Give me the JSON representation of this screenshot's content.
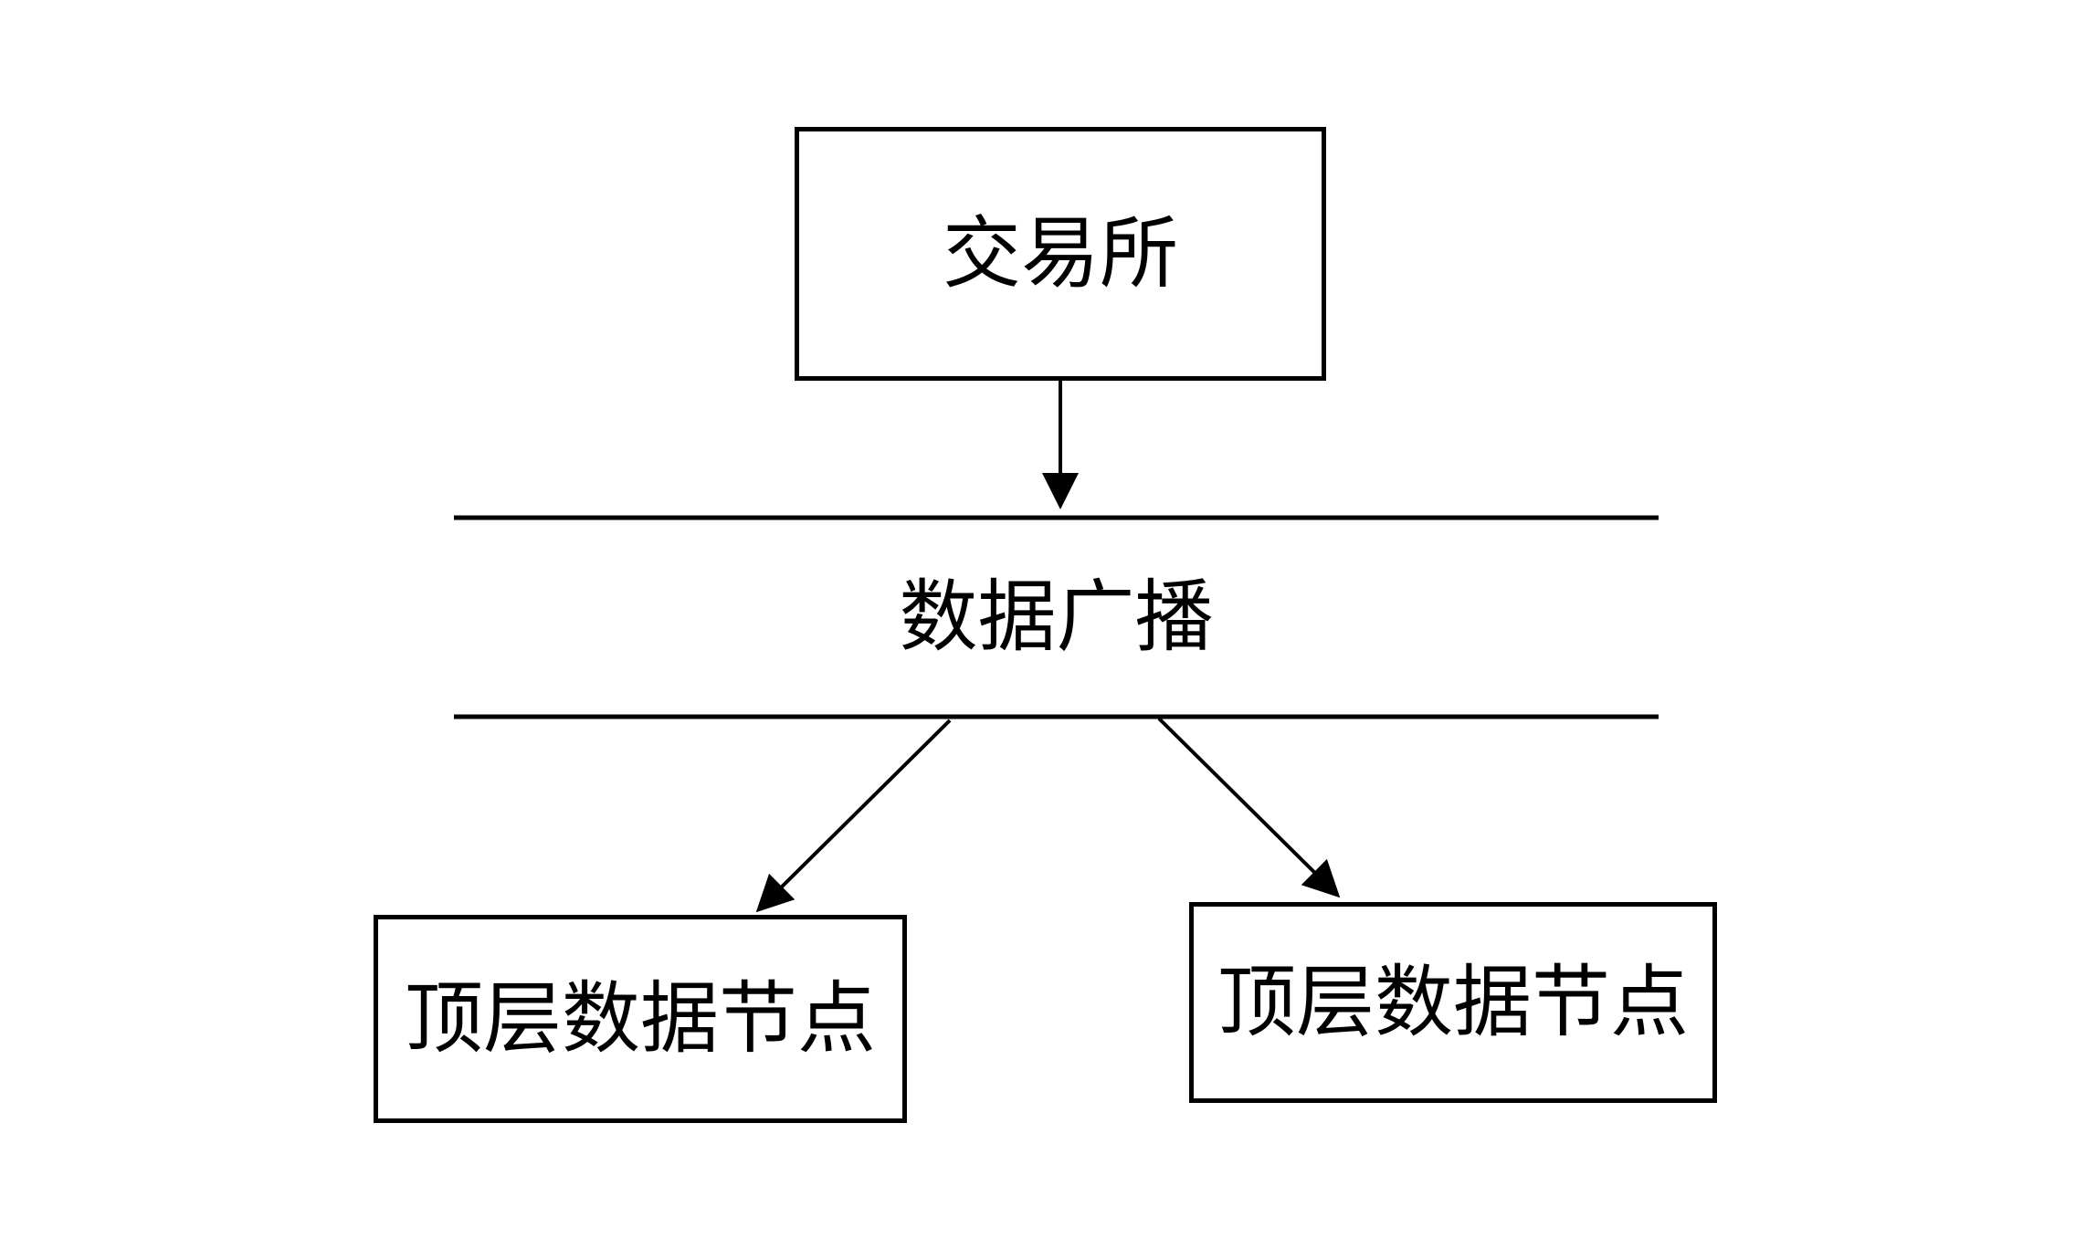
{
  "diagram": {
    "title": "",
    "background_color": "#ffffff",
    "stroke_color": "#000000",
    "nodes": {
      "exchange": {
        "label": "交易所",
        "shape": "rectangle"
      },
      "broadcast": {
        "label": "数据广播",
        "shape": "band-between-rules"
      },
      "top_node_left": {
        "label": "顶层数据节点",
        "shape": "rectangle"
      },
      "top_node_right": {
        "label": "顶层数据节点",
        "shape": "rectangle"
      }
    },
    "edges": [
      {
        "from": "exchange",
        "to": "broadcast",
        "style": "arrow"
      },
      {
        "from": "broadcast",
        "to": "top_node_left",
        "style": "arrow"
      },
      {
        "from": "broadcast",
        "to": "top_node_right",
        "style": "arrow"
      }
    ]
  }
}
